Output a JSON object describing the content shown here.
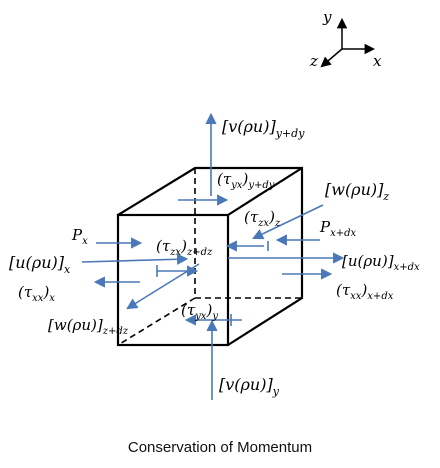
{
  "axes": {
    "x": "x",
    "y": "y",
    "z": "z"
  },
  "labels": {
    "v_rho_u_top": {
      "main": "[v(ρu)]",
      "sub": "y+dy"
    },
    "tau_yx_top": {
      "main": "(τ",
      "sub": "yx",
      "post": ")",
      "sub2": "y+dy"
    },
    "w_rho_u_z": {
      "main": "[w(ρu)]",
      "sub": "z"
    },
    "tau_zx_z": {
      "main": "(τ",
      "sub": "zx",
      "post": ")",
      "sub2": "z"
    },
    "p_x_plus": {
      "main": "P",
      "sub": "x+dx"
    },
    "p_x": {
      "main": "P",
      "sub": "x"
    },
    "tau_zx_zdz": {
      "main": "(τ",
      "sub": "zx",
      "post": ")",
      "sub2": "z+dz"
    },
    "u_rho_u_x": {
      "main": "[u(ρu)]",
      "sub": "x"
    },
    "u_rho_u_xdx": {
      "main": "[u(ρu)]",
      "sub": "x+dx"
    },
    "tau_xx_x": {
      "main": "(τ",
      "sub": "xx",
      "post": ")",
      "sub2": "x"
    },
    "tau_xx_xdx": {
      "main": "(τ",
      "sub": "xx",
      "post": ")",
      "sub2": "x+dx"
    },
    "tau_yx_y": {
      "main": "(τ",
      "sub": "yx",
      "post": ")",
      "sub2": "y"
    },
    "w_rho_u_zdz": {
      "main": "[w(ρu)]",
      "sub": "z+dz"
    },
    "v_rho_u_y": {
      "main": "[v(ρu)]",
      "sub": "y"
    }
  },
  "caption": "Conservation of Momentum",
  "colors": {
    "arrow": "#4a78b8",
    "edge": "#000000"
  }
}
